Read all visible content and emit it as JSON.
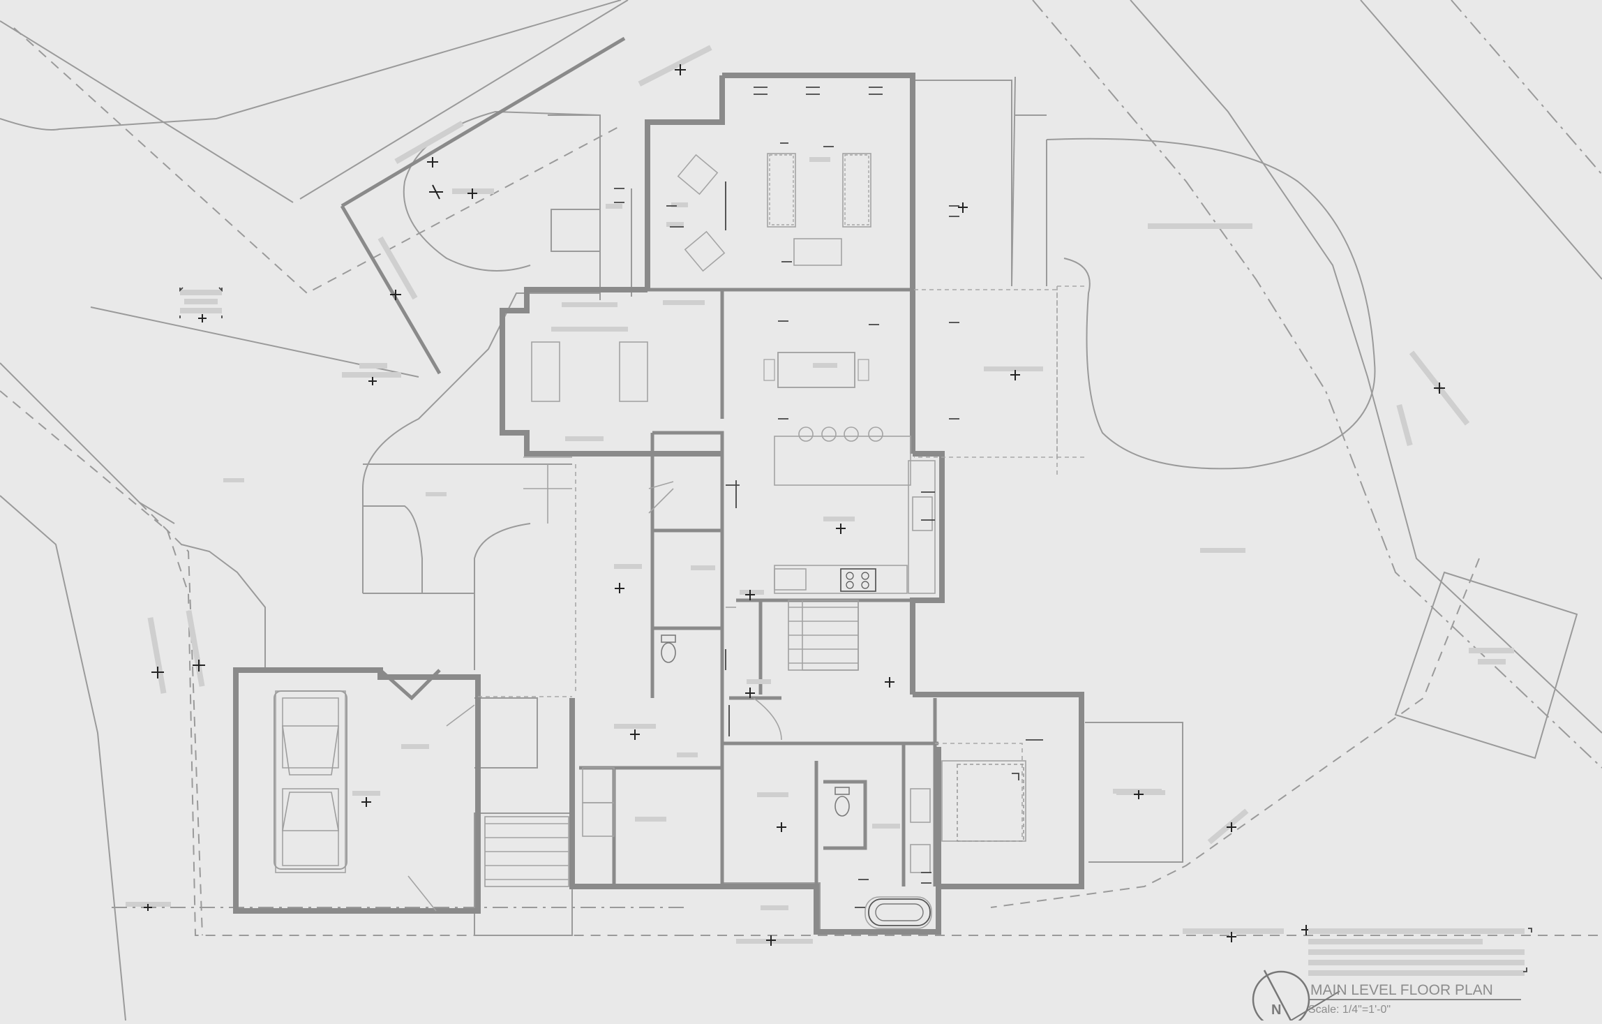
{
  "plan": {
    "title": "MAIN LEVEL FLOOR PLAN",
    "scale": "Scale: 1/4\"=1'-0\"",
    "north_label": "N"
  },
  "colors": {
    "background": "#e9e9e9",
    "wall": "#8a8a8a",
    "linework": "#a3a3a3",
    "tag_bar": "#cfcfcf"
  },
  "icons": [
    "north-arrow-icon",
    "car-icon",
    "toilet-icon",
    "bathtub-icon",
    "range-icon",
    "sofa-icon",
    "dining-table-icon",
    "bed-icon",
    "stair-icon"
  ]
}
